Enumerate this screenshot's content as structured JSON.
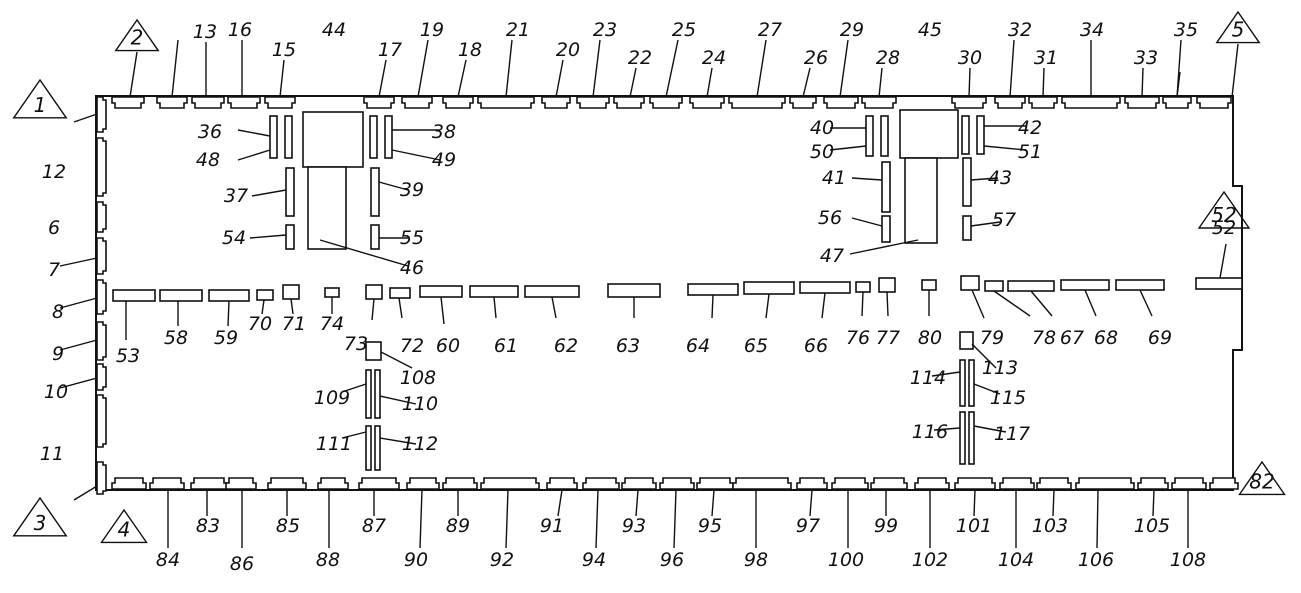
{
  "top_row_labels": [
    "2",
    "13",
    "16",
    "15",
    "44",
    "17",
    "19",
    "18",
    "21",
    "20",
    "23",
    "22",
    "25",
    "24",
    "27",
    "26",
    "29",
    "28",
    "45",
    "30",
    "32",
    "31",
    "34",
    "33",
    "35",
    "5"
  ],
  "left_side_labels": [
    "1",
    "12",
    "6",
    "7",
    "8",
    "9",
    "10",
    "11",
    "3"
  ],
  "bottom_row_labels": [
    "4",
    "84",
    "83",
    "86",
    "85",
    "88",
    "87",
    "90",
    "89",
    "92",
    "91",
    "94",
    "93",
    "96",
    "95",
    "98",
    "97",
    "100",
    "99",
    "102",
    "101",
    "104",
    "103",
    "106",
    "105",
    "108",
    "82"
  ],
  "middle_row_labels": [
    "53",
    "58",
    "59",
    "70",
    "71",
    "74",
    "73",
    "72",
    "60",
    "61",
    "62",
    "63",
    "64",
    "65",
    "66",
    "76",
    "77",
    "80",
    "79",
    "78",
    "67",
    "68",
    "69"
  ],
  "left_block_labels": [
    "36",
    "48",
    "38",
    "49",
    "37",
    "39",
    "54",
    "55",
    "46"
  ],
  "right_block_labels": [
    "40",
    "50",
    "42",
    "51",
    "41",
    "43",
    "56",
    "57",
    "47"
  ],
  "lower_left_labels": [
    "108",
    "109",
    "110",
    "111",
    "112"
  ],
  "lower_right_labels": [
    "113",
    "114",
    "115",
    "116",
    "117"
  ],
  "right_side_labels": [
    "52"
  ]
}
